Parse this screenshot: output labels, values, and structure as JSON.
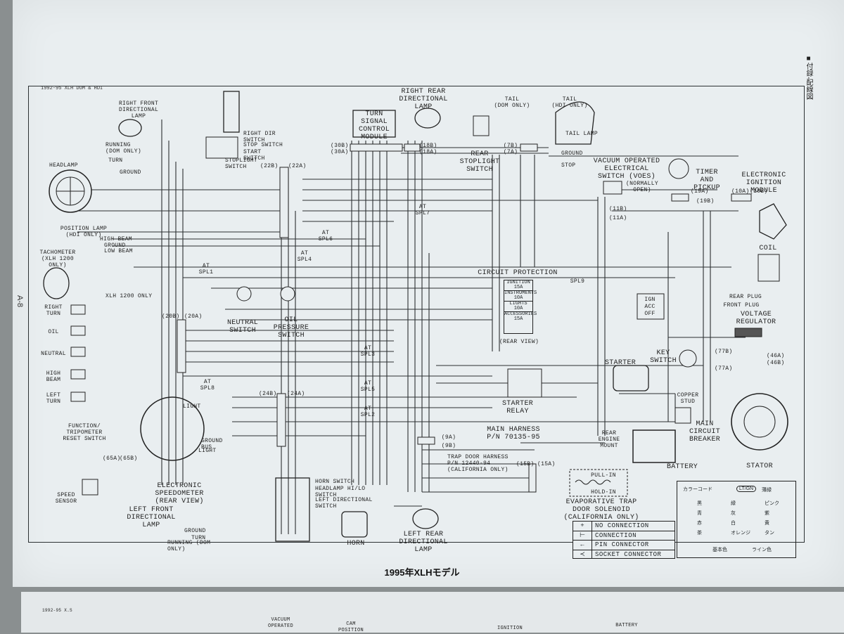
{
  "page": {
    "header": "1992-95 XLH DOM & HDI",
    "side_tag": "■付録-配線図",
    "page_number": "A-8",
    "caption": "1995年XLHモデル"
  },
  "components": {
    "right_front_lamp": "RIGHT FRONT\nDIRECTIONAL\nLAMP",
    "running_dom": "RUNNING\n(DOM ONLY)",
    "turn": "TURN",
    "ground": "GROUND",
    "headlamp": "HEADLAMP",
    "position_lamp": "POSITION LAMP\n(HDI ONLY)",
    "high_beam": "HIGH BEAM",
    "ground2": "GROUND",
    "low_beam": "LOW BEAM",
    "tachometer": "TACHOMETER\n(XLH 1200\nONLY)",
    "xlh1200": "XLH 1200 ONLY",
    "right_turn": "RIGHT\nTURN",
    "oil": "OIL",
    "neutral": "NEUTRAL",
    "high_beam_ind": "HIGH\nBEAM",
    "left_turn": "LEFT\nTURN",
    "function_reset": "FUNCTION/\nTRIPOMETER\nRESET SWITCH",
    "speed_sensor": "SPEED\nSENSOR",
    "light": "LIGHT",
    "ground_bus": "GROUND\nBUS",
    "light2": "LIGHT",
    "electronic_speedometer": "ELECTRONIC\nSPEEDOMETER\n(REAR VIEW)",
    "left_front_lamp": "LEFT FRONT\nDIRECTIONAL\nLAMP",
    "ground3": "GROUND",
    "turn2": "TURN",
    "running_dom2": "RUNNING (DOM ONLY)",
    "right_dir_switch": "RIGHT DIR\nSWITCH",
    "stop_switch": "STOP SWITCH",
    "start_switch": "START SWITCH",
    "stoplight_switch": "STOPLIGHT SWITCH",
    "turn_signal_module": "TURN\nSIGNAL\nCONTROL\nMODULE",
    "right_rear_lamp": "RIGHT REAR\nDIRECTIONAL\nLAMP",
    "rear_stoplight": "REAR\nSTOPLIGHT\nSWITCH",
    "tail_dom": "TAIL\n(DOM ONLY)",
    "tail_hdi": "TAIL\n(HDI ONLY)",
    "tail_lamp": "TAIL LAMP",
    "ground4": "GROUND",
    "stop": "STOP",
    "voes": "VACUUM OPERATED\nELECTRICAL\nSWITCH (VOES)",
    "normally_open": "(NORMALLY\nOPEN)",
    "timer_pickup": "TIMER\nAND\nPICKUP",
    "ignition_module": "ELECTRONIC\nIGNITION\nMODULE",
    "coil": "COIL",
    "rear_plug": "REAR PLUG",
    "front_plug": "FRONT PLUG",
    "voltage_regulator": "VOLTAGE\nREGULATOR",
    "neutral_switch": "NEUTRAL\nSWITCH",
    "oil_pressure_switch": "OIL\nPRESSURE\nSWITCH",
    "circuit_protection": "CIRCUIT PROTECTION",
    "fuse_ignition": "IGNITION\n15A",
    "fuse_instruments": "INSTRUMENTS\n10A",
    "fuse_lights": "LIGHTS\n10A",
    "fuse_accessories": "ACCESSORIES\n15A",
    "rear_view": "(REAR VIEW)",
    "starter": "STARTER",
    "key_switch": "KEY\nSWITCH",
    "starter_relay": "STARTER\nRELAY",
    "main_harness": "MAIN HARNESS\nP/N 70135-95",
    "trap_door_harness": "TRAP DOOR HARNESS\nP/N 12440-94\n(CALIFORNIA ONLY)",
    "rear_engine_mount": "REAR\nENGINE\nMOUNT",
    "copper_stud": "COPPER\nSTUD",
    "main_circuit_breaker": "MAIN\nCIRCUIT\nBREAKER",
    "battery": "BATTERY",
    "stator": "STATOR",
    "evap_solenoid": "EVAPORATIVE TRAP\nDOOR SOLENOID\n(CALIFORNIA ONLY)",
    "pull_in": "PULL-IN",
    "hold_in": "HOLD-IN",
    "horn_switch": "HORN SWITCH",
    "headlamp_switch": "HEADLAMP HI/LO\nSWITCH",
    "left_dir_switch": "LEFT DIRECTIONAL\nSWITCH",
    "horn": "HORN",
    "left_rear_lamp": "LEFT REAR\nDIRECTIONAL\nLAMP",
    "key_acc": "ACC",
    "key_ign": "IGN",
    "key_off": "OFF"
  },
  "connectors": [
    "(30B)",
    "(30A)",
    "(18B)",
    "(18A)",
    "(7B)",
    "(7A)",
    "(22B)",
    "(22A)",
    "(11B)",
    "(11A)",
    "(19A)",
    "(19B)",
    "(10A)",
    "(10B)",
    "(20B)",
    "(20A)",
    "(24B)",
    "(24A)",
    "(9A)",
    "(9B)",
    "(15B)",
    "(15A)",
    "(77B)",
    "(77A)",
    "(46A)",
    "(46B)",
    "(65A)",
    "(65B)"
  ],
  "splices": [
    "AT SPL1",
    "AT SPL2",
    "AT SPL3",
    "AT SPL4",
    "AT SPL5",
    "AT SPL6",
    "AT SPL7",
    "AT SPL8",
    "SPL9"
  ],
  "legend": {
    "no_connection": "NO CONNECTION",
    "connection": "CONNECTION",
    "pin_connector": "PIN CONNECTOR",
    "socket_connector": "SOCKET CONNECTOR"
  },
  "color_key": {
    "title": "カラーコード",
    "sample": "LT/GN",
    "sample_label": "薄緑",
    "base_color": "基本色",
    "stripe_color": "ライン色",
    "items": [
      "黒",
      "青",
      "赤",
      "茶",
      "緑",
      "灰",
      "白",
      "オレンジ",
      "ピンク",
      "紫",
      "黄",
      "タン"
    ]
  },
  "next_page": {
    "header": "1992-95 X.S",
    "labels": [
      "VACUUM\nOPERATED",
      "CAM\nPOSITION",
      "IGNITION",
      "BATTERY"
    ]
  }
}
